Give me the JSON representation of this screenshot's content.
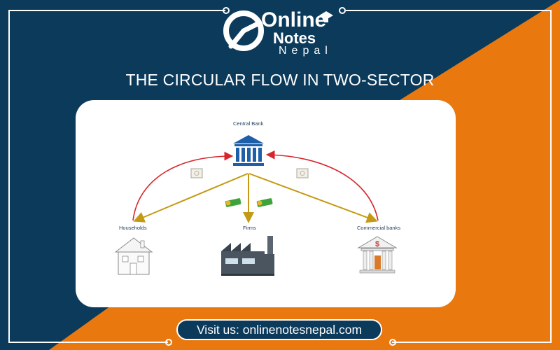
{
  "brand": {
    "word1": "Online",
    "word2": "Notes",
    "word3": "Nepal"
  },
  "title": "THE CIRCULAR FLOW IN TWO-SECTOR",
  "diagram": {
    "nodes": {
      "central_bank": "Central Bank",
      "households": "Households",
      "firms": "Firms",
      "commercial_banks": "Commercial banks"
    },
    "icons": [
      "bank-icon",
      "house-icon",
      "factory-icon",
      "commercial-bank-icon",
      "money-icon",
      "banknote-icon"
    ]
  },
  "footer": {
    "visit_text": "Visit us: onlinenotesnepal.com"
  },
  "colors": {
    "navy": "#0b3a5b",
    "orange": "#e9780f",
    "red_flow": "#d7262b",
    "gold_flow": "#c49a14",
    "bank_blue": "#1d5fa8"
  }
}
